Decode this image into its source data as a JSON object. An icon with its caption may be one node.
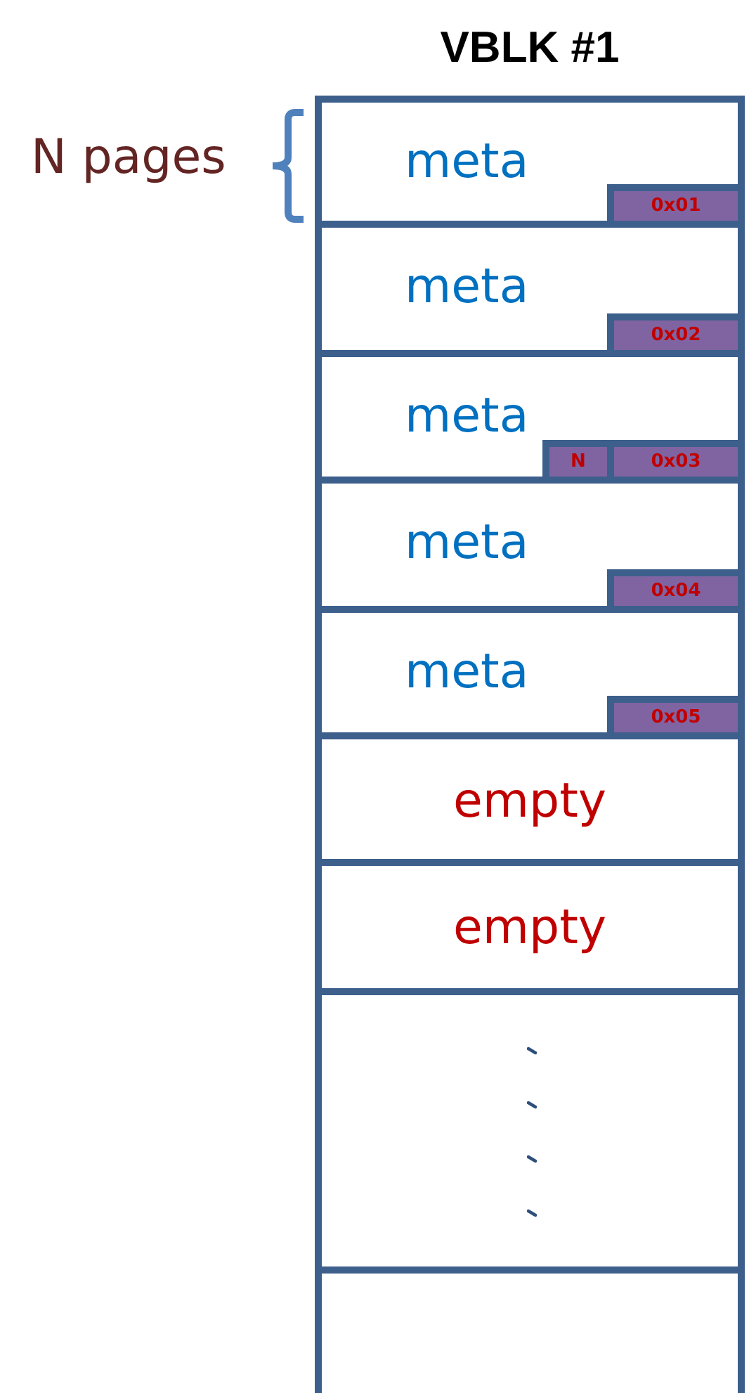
{
  "diagram": {
    "nodes": [
      {
        "text": [
          "VBLK #1"
        ]
      },
      {
        "text": [
          "meta"
        ],
        "in": 0
      },
      {
        "text": [
          "0x01"
        ],
        "in": 1
      },
      {
        "text": [
          "meta"
        ],
        "in": 0
      },
      {
        "text": [
          "0x02"
        ],
        "in": 3
      },
      {
        "text": [
          "meta"
        ],
        "in": 0
      },
      {
        "text": [
          "N"
        ],
        "in": 5
      },
      {
        "text": [
          "0x03"
        ],
        "in": 5
      },
      {
        "text": [
          "meta"
        ],
        "in": 0
      },
      {
        "text": [
          "0x04"
        ],
        "in": 8
      },
      {
        "text": [
          "meta"
        ],
        "in": 0
      },
      {
        "text": [
          "0x05"
        ],
        "in": 10
      },
      {
        "text": [
          "empty"
        ],
        "in": 0
      },
      {
        "text": [
          "empty"
        ],
        "in": 0
      },
      {
        "text": [],
        "shape": "box",
        "in": 0
      },
      {
        "text": [],
        "shape": "box",
        "in": 0
      }
    ],
    "labels": [
      "N pages"
    ]
  }
}
